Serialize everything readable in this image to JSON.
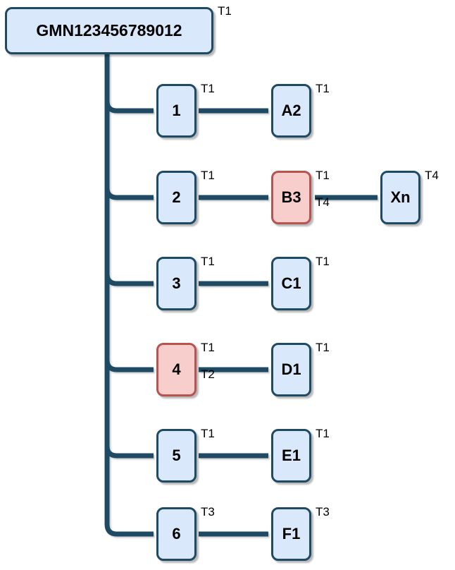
{
  "diagram": {
    "root": {
      "label": "GMN123456789012",
      "tag": "T1"
    },
    "rows": [
      {
        "source": {
          "label": "1",
          "tags": [
            "T1"
          ]
        },
        "target": {
          "label": "A2",
          "tags": [
            "T1"
          ]
        }
      },
      {
        "source": {
          "label": "2",
          "tags": [
            "T1"
          ]
        },
        "target": {
          "label": "B3",
          "tags": [
            "T1",
            "T4"
          ],
          "highlighted": true
        },
        "target2": {
          "label": "Xn",
          "tags": [
            "T4"
          ]
        }
      },
      {
        "source": {
          "label": "3",
          "tags": [
            "T1"
          ]
        },
        "target": {
          "label": "C1",
          "tags": [
            "T1"
          ]
        }
      },
      {
        "source": {
          "label": "4",
          "tags": [
            "T1",
            "T2"
          ],
          "highlighted": true
        },
        "target": {
          "label": "D1",
          "tags": [
            "T1"
          ]
        }
      },
      {
        "source": {
          "label": "5",
          "tags": [
            "T1"
          ]
        },
        "target": {
          "label": "E1",
          "tags": [
            "T1"
          ]
        }
      },
      {
        "source": {
          "label": "6",
          "tags": [
            "T3"
          ]
        },
        "target": {
          "label": "F1",
          "tags": [
            "T3"
          ]
        }
      }
    ],
    "colors": {
      "node_fill": "#dae8fc",
      "node_border": "#1f4a63",
      "highlight_fill": "#f8cecc",
      "highlight_border": "#b85450",
      "connector": "#1f4a63",
      "text": "#000000"
    }
  }
}
